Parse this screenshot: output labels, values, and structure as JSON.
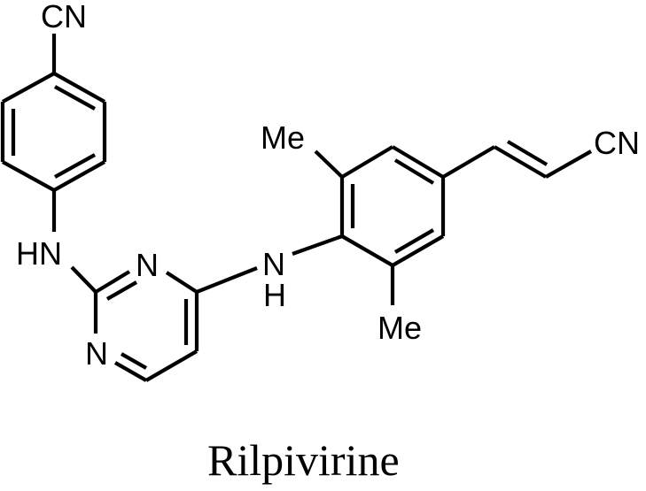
{
  "title": "Rilpivirine",
  "colors": {
    "background": "#ffffff",
    "ink": "#000000"
  },
  "atom_labels": {
    "cn_top": "CN",
    "cn_right": "CN",
    "hn_left": "HN",
    "n_pyrimidine_top": "N",
    "n_pyrimidine_bottom": "N",
    "nh_n": "N",
    "nh_h": "H",
    "me_top": "Me",
    "me_bottom": "Me"
  }
}
